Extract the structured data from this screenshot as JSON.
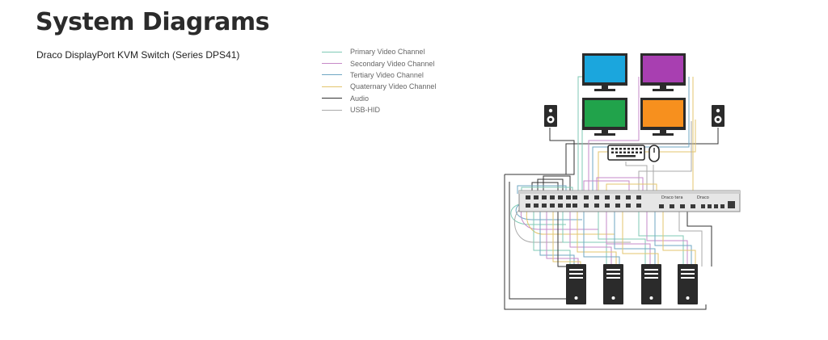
{
  "page": {
    "title": "System Diagrams",
    "subtitle": "Draco DisplayPort KVM Switch (Series DPS41)"
  },
  "legend": [
    {
      "label": "Primary Video Channel",
      "color": "#7fcab5"
    },
    {
      "label": "Secondary Video Channel",
      "color": "#c68ac8"
    },
    {
      "label": "Tertiary Video Channel",
      "color": "#6fa7c3"
    },
    {
      "label": "Quaternary Video Channel",
      "color": "#e3c56d"
    },
    {
      "label": "Audio",
      "color": "#333333"
    },
    {
      "label": "USB-HID",
      "color": "#aaaaaa"
    }
  ],
  "diagram": {
    "monitor_colors": [
      "#1ba6dd",
      "#a83fb1",
      "#21a34b",
      "#f7901e"
    ],
    "switch_labels": [
      "Draco tera",
      "Draco"
    ],
    "icons": [
      "monitor-icon",
      "speaker-icon",
      "keyboard-icon",
      "mouse-icon",
      "kvm-switch-icon",
      "computer-tower-icon"
    ]
  }
}
